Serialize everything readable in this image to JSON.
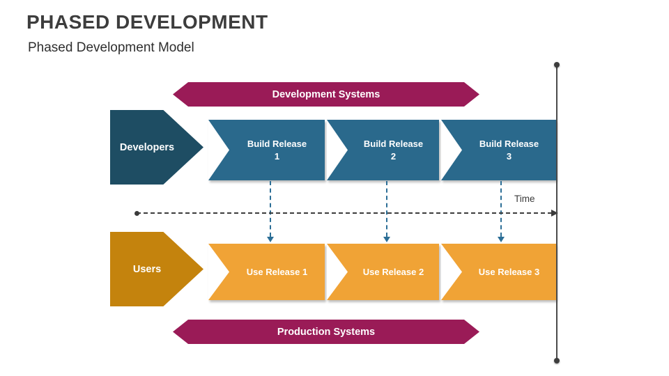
{
  "header": {
    "title": "PHASED DEVELOPMENT",
    "subtitle": "Phased Development Model"
  },
  "banners": {
    "top": "Development Systems",
    "bottom": "Production Systems"
  },
  "rows": {
    "developers_label": "Developers",
    "users_label": "Users",
    "build_releases": [
      {
        "line1": "Build Release",
        "line2": "1"
      },
      {
        "line1": "Build Release",
        "line2": "2"
      },
      {
        "line1": "Build Release",
        "line2": "3"
      }
    ],
    "use_releases": [
      "Use Release 1",
      "Use Release 2",
      "Use Release 3"
    ]
  },
  "timeline": {
    "label": "Time"
  },
  "colors": {
    "banner": "#9A1B57",
    "developers_arrow": "#1E4D63",
    "build_segment": "#2A698C",
    "users_arrow": "#C4830D",
    "use_segment": "#F0A336",
    "connector": "#2B6E96",
    "timeline": "#3B3B3B"
  }
}
